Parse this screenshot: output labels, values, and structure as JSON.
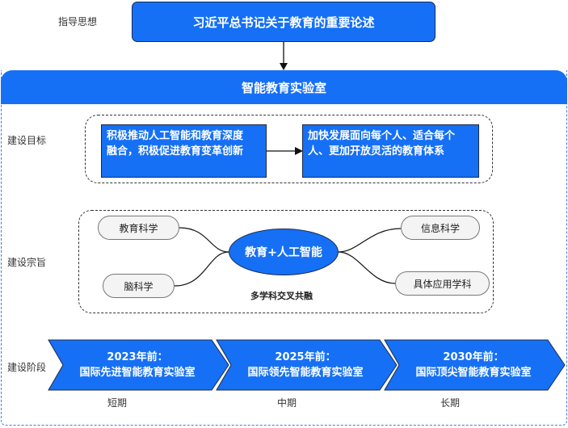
{
  "guiding_label": "指导思想",
  "top_box": "习近平总书记关于教育的重要论述",
  "lab_title": "智能教育实验室",
  "goals": {
    "label": "建设目标",
    "box1_line1": "积极推动人工智能和教育深度",
    "box1_line2": "融合，积极促进教育变革创新",
    "box2_line1": "加快发展面向每个人、适合每个",
    "box2_line2": "人、更加开放灵活的教育体系"
  },
  "purpose": {
    "label": "建设宗旨",
    "center": "教育+人工智能",
    "left_top": "教育科学",
    "left_bottom": "脑科学",
    "right_top": "信息科学",
    "right_bottom": "具体应用学科",
    "caption": "多学科交叉共融"
  },
  "stages": {
    "label": "建设阶段",
    "items": [
      {
        "year": "2023年前：",
        "title": "国际先进智能教育实验室",
        "term": "短期"
      },
      {
        "year": "2025年前：",
        "title": "国际领先智能教育实验室",
        "term": "中期"
      },
      {
        "year": "2030年前：",
        "title": "国际顶尖智能教育实验室",
        "term": "长期"
      }
    ]
  },
  "colors": {
    "primary_blue": "#1670f5",
    "border_dark": "#1a2a4a"
  }
}
